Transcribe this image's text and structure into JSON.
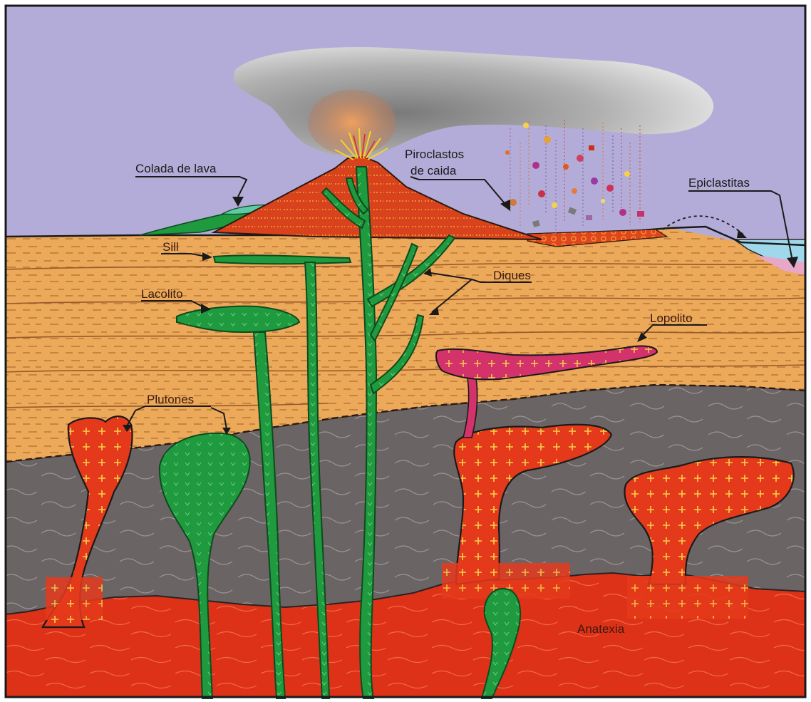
{
  "diagram": {
    "labels": {
      "colada": "Colada de lava",
      "piro_1": "Piroclastos",
      "piro_2": "de caida",
      "epiclastitas": "Epiclastitas",
      "sill": "Sill",
      "lacolito": "Lacolito",
      "diques": "Diques",
      "lopolito": "Lopolito",
      "plutones": "Plutones",
      "anatexia": "Anatexia"
    },
    "colors": {
      "sky": "#b4acd8",
      "sediment": "#eca95a",
      "sediment_line": "#9a5a2a",
      "basement": "#6b6464",
      "basement_line": "#9a9494",
      "melt": "#de3218",
      "melt_line": "#b52510",
      "intrusion_green": "#1f9a3e",
      "intrusion_green_dark": "#0e5a22",
      "lopolith": "#d4326a",
      "cone_red": "#d8421c",
      "ash_cloud": "#9a9a9a",
      "water": "#9fd8ea",
      "cross_mark": "#f5d24a"
    }
  }
}
